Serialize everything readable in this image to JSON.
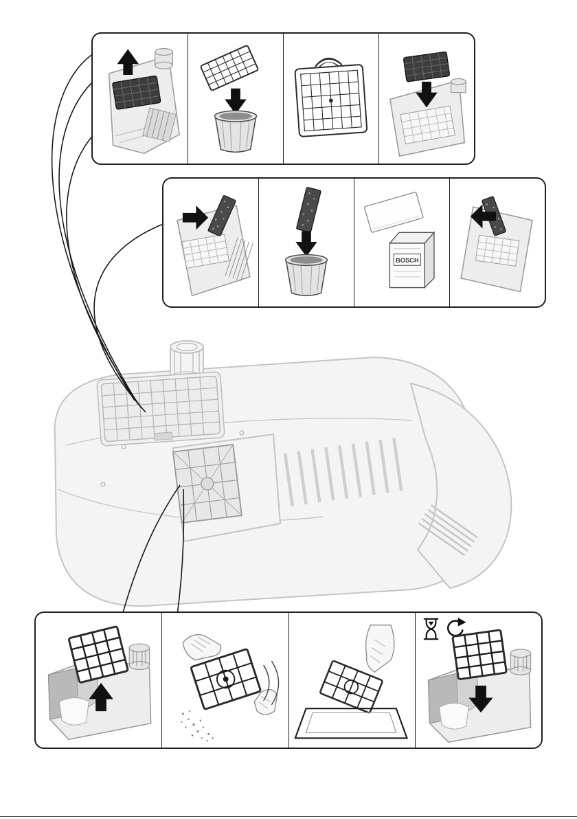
{
  "document": {
    "kind": "vacuum-cleaner-filter-maintenance-diagram",
    "brand_label": "BOSCH"
  },
  "colors": {
    "background": "#ffffff",
    "panel_border": "#1f1f1f",
    "connector_line": "#1a1a1a",
    "arrow": "#111111",
    "filter_dark": "#3d3d3d",
    "vacuum_fill": "#f4f4f4",
    "vacuum_stroke": "#c4c4c4"
  },
  "panels": {
    "exhaust_filter": {
      "steps": [
        {
          "id": "lift-out-exhaust-filter",
          "icon": "arrow-up-icon"
        },
        {
          "id": "discard-exhaust-filter",
          "icon": "arrow-down-icon"
        },
        {
          "id": "new-hepa-filter-cassette"
        },
        {
          "id": "insert-exhaust-filter",
          "icon": "arrow-down-icon"
        }
      ]
    },
    "micro_filter": {
      "steps": [
        {
          "id": "pull-out-micro-filter",
          "icon": "arrow-right-icon"
        },
        {
          "id": "discard-micro-filter",
          "icon": "arrow-down-icon"
        },
        {
          "id": "new-micro-filter-with-box",
          "box_label": "BOSCH"
        },
        {
          "id": "insert-micro-filter",
          "icon": "arrow-left-icon"
        }
      ]
    },
    "motor_filter": {
      "steps": [
        {
          "id": "lift-out-motor-filter",
          "icon": "arrow-up-icon"
        },
        {
          "id": "tap-out-dust"
        },
        {
          "id": "rinse-filter-in-water"
        },
        {
          "id": "dry-and-reinsert",
          "icons": [
            "hourglass-icon",
            "clockwise-arrow-icon"
          ],
          "arrow_icon": "arrow-down-icon"
        }
      ]
    }
  }
}
